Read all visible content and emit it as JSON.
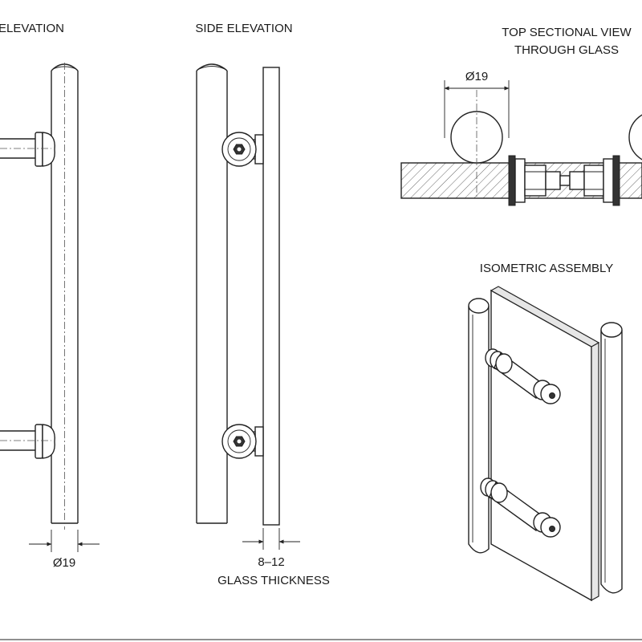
{
  "views": {
    "front_title": "ELEVATION",
    "side_title": "SIDE ELEVATION",
    "top_title_line1": "TOP SECTIONAL VIEW",
    "top_title_line2": "THROUGH GLASS",
    "iso_title": "ISOMETRIC ASSEMBLY"
  },
  "dimensions": {
    "front_diameter": "Ø19",
    "top_diameter": "Ø19",
    "glass_range": "8–12",
    "glass_label": "GLASS THICKNESS"
  },
  "icons": [
    "bar-handle-icon",
    "standoff-icon",
    "hex-socket-icon",
    "glass-panel-icon",
    "dimension-arrow-icon"
  ]
}
